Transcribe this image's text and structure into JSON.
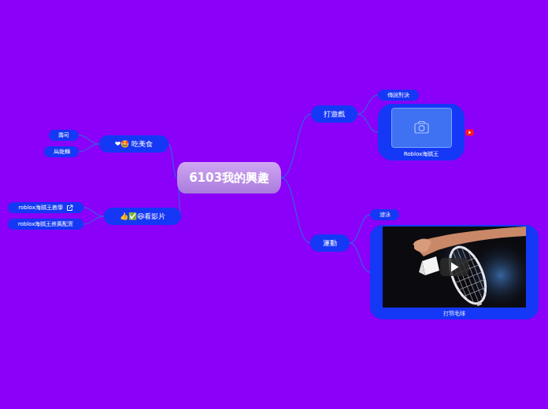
{
  "diagram": {
    "nodes": [
      {
        "text": [
          "6103我的興趣"
        ]
      },
      {
        "text": [
          "❤🤩 吃美食"
        ]
      },
      {
        "text": [
          "壽司"
        ]
      },
      {
        "text": [
          "烏龍麵"
        ]
      },
      {
        "text": [
          "👍✅😆看影片"
        ]
      },
      {
        "text": [
          "roblox海賊王教學"
        ]
      },
      {
        "text": [
          "roblox海賊王推薦配置"
        ]
      },
      {
        "text": [
          "打遊戲"
        ]
      },
      {
        "text": [
          "傳說對決"
        ]
      },
      {
        "text": [
          "Roblox海賊王"
        ]
      },
      {
        "text": [
          "運動"
        ]
      },
      {
        "text": [
          "游泳"
        ]
      },
      {
        "text": [
          "打羽毛球"
        ]
      }
    ],
    "edges": [
      {
        "from": 0,
        "to": 1,
        "arrow": "none"
      },
      {
        "from": 1,
        "to": 2,
        "arrow": "none"
      },
      {
        "from": 1,
        "to": 3,
        "arrow": "none"
      },
      {
        "from": 0,
        "to": 4,
        "arrow": "none"
      },
      {
        "from": 4,
        "to": 5,
        "arrow": "none"
      },
      {
        "from": 4,
        "to": 6,
        "arrow": "none"
      },
      {
        "from": 0,
        "to": 7,
        "arrow": "none"
      },
      {
        "from": 7,
        "to": 8,
        "arrow": "none"
      },
      {
        "from": 7,
        "to": 9,
        "arrow": "none"
      },
      {
        "from": 0,
        "to": 10,
        "arrow": "none"
      },
      {
        "from": 10,
        "to": 11,
        "arrow": "none"
      },
      {
        "from": 10,
        "to": 12,
        "arrow": "none"
      }
    ]
  }
}
